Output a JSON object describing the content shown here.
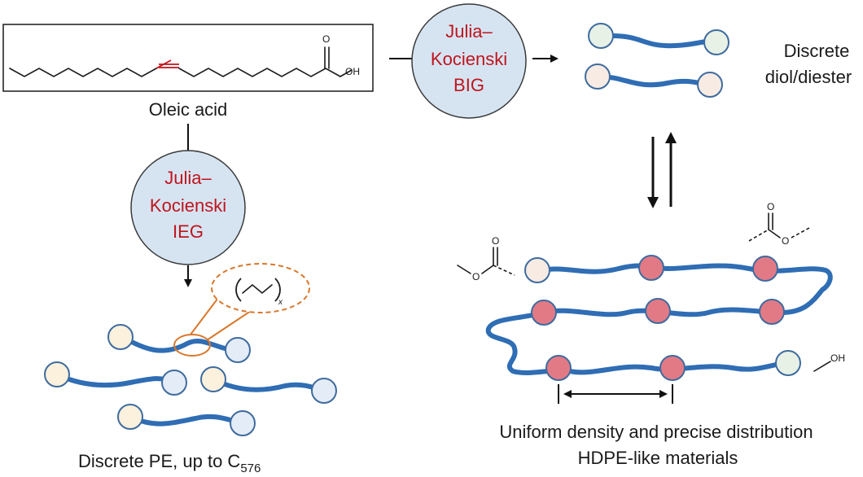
{
  "molecule": {
    "name": "Oleic acid",
    "carbonyl_o": "O",
    "hydroxyl": "OH"
  },
  "reaction_big": {
    "line1": "Julia–",
    "line2": "Kocienski",
    "line3": "BIG"
  },
  "reaction_ieg": {
    "line1": "Julia–",
    "line2": "Kocienski",
    "line3": "IEG"
  },
  "products": {
    "diol_line1": "Discrete",
    "diol_line2": "diol/diester",
    "pe_label": "Discrete PE, up to C",
    "pe_subscript": "576",
    "repeat_subscript": "x"
  },
  "hdpe": {
    "caption_line1": "Uniform density and precise distribution",
    "caption_line2": "HDPE-like materials",
    "ester_o_top": "O",
    "ester_o_single": "O",
    "ester_o_top_right": "O",
    "ester_o_single_right": "O",
    "terminal_oh": "OH"
  },
  "colors": {
    "accent_red": "#c0141c",
    "chain_blue": "#2f6db4",
    "bubble_fill": "#d6e4f2",
    "ester_node": "#e27a86",
    "orange_highlight": "#d8772b"
  }
}
